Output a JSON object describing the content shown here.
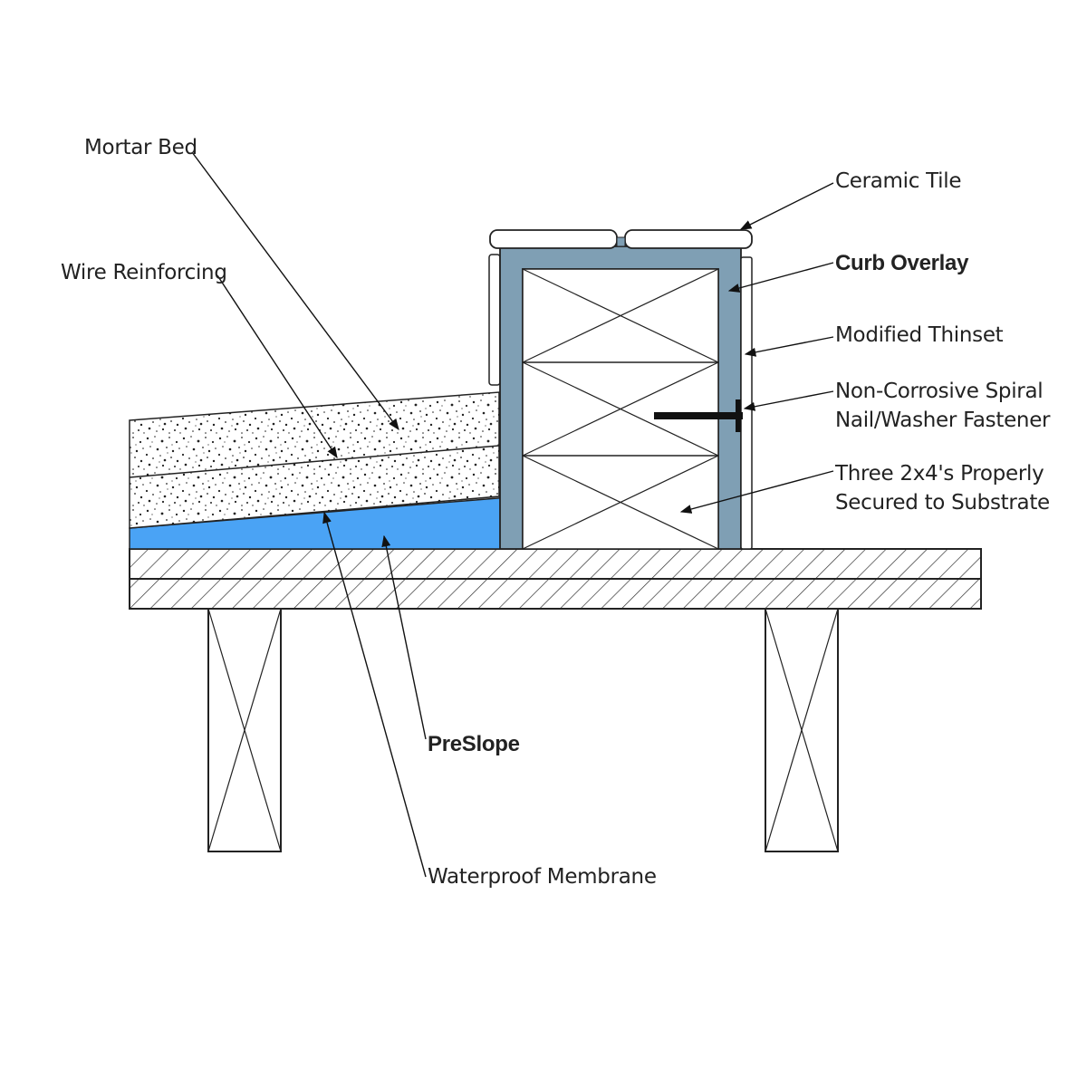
{
  "labels": {
    "mortar_bed": "Mortar Bed",
    "wire_reinforcing": "Wire Reinforcing",
    "ceramic_tile": "Ceramic Tile",
    "curb_overlay": "Curb Overlay",
    "modified_thinset": "Modified Thinset",
    "fastener_line1": "Non-Corrosive Spiral",
    "fastener_line2": "Nail/Washer Fastener",
    "lumber_line1": "Three 2x4's Properly",
    "lumber_line2": "Secured to Substrate",
    "preslope": "PreSlope",
    "waterproof_membrane": "Waterproof Membrane"
  },
  "colors": {
    "preslope": "#4aa3f5",
    "curb_overlay": "#7f9fb4",
    "outline": "#222222"
  }
}
